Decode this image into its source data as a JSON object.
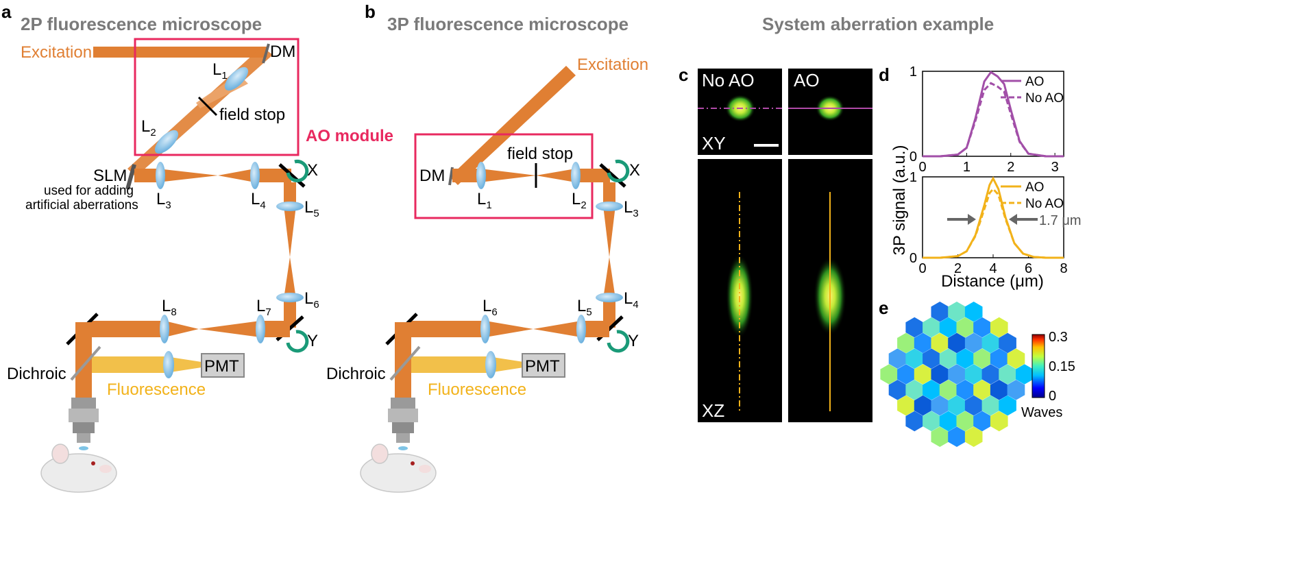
{
  "panel_a": {
    "letter": "a",
    "title": "2P fluorescence microscope",
    "excitation": "Excitation",
    "dm": "DM",
    "field_stop": "field stop",
    "ao_module": "AO module",
    "slm": "SLM",
    "slm_note_1": "used for adding",
    "slm_note_2": "artificial aberrations",
    "x_mirror": "X",
    "y_mirror": "Y",
    "dichroic": "Dichroic",
    "fluorescence": "Fluorescence",
    "pmt": "PMT",
    "lenses": [
      "1",
      "2",
      "3",
      "4",
      "5",
      "6",
      "7",
      "8"
    ],
    "lens_prefix": "L"
  },
  "panel_b": {
    "letter": "b",
    "title": "3P fluorescence microscope",
    "excitation": "Excitation",
    "dm": "DM",
    "field_stop": "field stop",
    "x_mirror": "X",
    "y_mirror": "Y",
    "dichroic": "Dichroic",
    "fluorescence": "Fluorescence",
    "pmt": "PMT",
    "lenses": [
      "1",
      "2",
      "3",
      "4",
      "5",
      "6"
    ],
    "lens_prefix": "L"
  },
  "system_aberration_title": "System aberration example",
  "panel_c": {
    "letter": "c",
    "no_ao": "No AO",
    "ao": "AO",
    "xy": "XY",
    "xz": "XZ"
  },
  "panel_d": {
    "letter": "d",
    "ylabel": "3P signal (a.u.)",
    "xlabel": "Distance (μm)",
    "fwhm_label": "1.7 μm"
  },
  "panel_e": {
    "letter": "e",
    "colorbar_ticks": [
      "0.3",
      "0.15",
      "0"
    ],
    "colorbar_label": "Waves"
  },
  "colors": {
    "beam": "#e07f33",
    "beam_light": "#eba46a",
    "fluorescence": "#f2c04a",
    "ao_box": "#e8295f",
    "lens": "#8fc3e6",
    "curve_top": "#a24fa8",
    "curve_bottom": "#f2b21a",
    "mirror_arrow": "#1a9a78"
  },
  "chart_data": [
    {
      "type": "line",
      "title": "",
      "xlabel": "",
      "ylabel": "3P signal (a.u.)",
      "xlim": [
        0,
        3.2
      ],
      "ylim": [
        0,
        1
      ],
      "xticks": [
        0,
        1,
        2,
        3
      ],
      "yticks": [
        0,
        1
      ],
      "legend": "top-right",
      "series": [
        {
          "name": "AO",
          "style": "solid",
          "color": "#a24fa8",
          "x": [
            0.0,
            0.4,
            0.8,
            1.0,
            1.2,
            1.4,
            1.55,
            1.7,
            1.85,
            2.0,
            2.2,
            2.4,
            2.8,
            3.2
          ],
          "y": [
            0.0,
            0.0,
            0.02,
            0.1,
            0.45,
            0.88,
            0.99,
            0.94,
            0.85,
            0.55,
            0.18,
            0.03,
            0.0,
            0.0
          ]
        },
        {
          "name": "No AO",
          "style": "dashed",
          "color": "#a24fa8",
          "x": [
            0.0,
            0.4,
            0.8,
            1.0,
            1.2,
            1.4,
            1.55,
            1.7,
            1.85,
            2.0,
            2.2,
            2.4,
            2.8,
            3.2
          ],
          "y": [
            0.0,
            0.0,
            0.02,
            0.1,
            0.42,
            0.78,
            0.86,
            0.82,
            0.76,
            0.5,
            0.17,
            0.03,
            0.0,
            0.0
          ]
        }
      ]
    },
    {
      "type": "line",
      "title": "",
      "xlabel": "Distance (μm)",
      "ylabel": "3P signal (a.u.)",
      "xlim": [
        0,
        8
      ],
      "ylim": [
        0,
        1
      ],
      "xticks": [
        0,
        2,
        4,
        6,
        8
      ],
      "yticks": [
        0,
        1
      ],
      "legend": "top-right",
      "series": [
        {
          "name": "AO",
          "style": "solid",
          "color": "#f2b21a",
          "x": [
            0,
            1,
            2,
            2.5,
            3,
            3.5,
            3.8,
            4,
            4.3,
            4.7,
            5.2,
            5.7,
            6.3,
            7,
            8
          ],
          "y": [
            0,
            0,
            0.02,
            0.08,
            0.28,
            0.65,
            0.9,
            0.98,
            0.85,
            0.5,
            0.18,
            0.05,
            0.01,
            0,
            0
          ]
        },
        {
          "name": "No AO",
          "style": "dashed",
          "color": "#f2b21a",
          "x": [
            0,
            1,
            2,
            2.5,
            3,
            3.5,
            3.8,
            4,
            4.3,
            4.7,
            5.2,
            5.7,
            6.3,
            7,
            8
          ],
          "y": [
            0,
            0,
            0.02,
            0.08,
            0.27,
            0.6,
            0.8,
            0.85,
            0.78,
            0.48,
            0.18,
            0.05,
            0.01,
            0,
            0
          ]
        }
      ]
    }
  ]
}
